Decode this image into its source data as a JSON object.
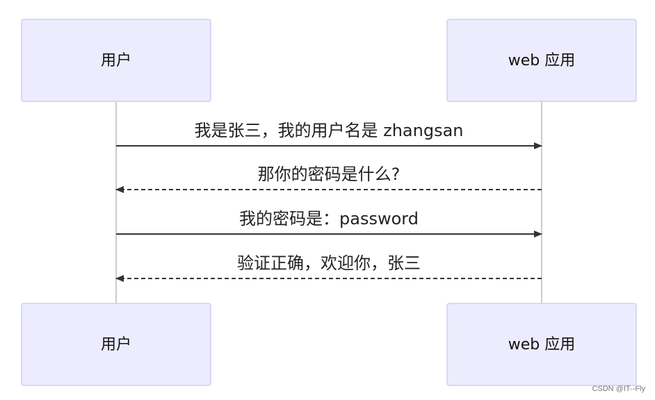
{
  "participants": [
    {
      "id": "user",
      "label": "用户"
    },
    {
      "id": "web",
      "label": "web 应用"
    }
  ],
  "messages": [
    {
      "from": "user",
      "to": "web",
      "text": "我是张三，我的用户名是 zhangsan",
      "style": "solid"
    },
    {
      "from": "web",
      "to": "user",
      "text": "那你的密码是什么?",
      "style": "dashed"
    },
    {
      "from": "user",
      "to": "web",
      "text": "我的密码是：password",
      "style": "solid"
    },
    {
      "from": "web",
      "to": "user",
      "text": "验证正确，欢迎你，张三",
      "style": "dashed"
    }
  ],
  "watermark": "CSDN @IT--Fly",
  "colors": {
    "actor_fill": "#ececfe",
    "actor_border": "#cfcff2",
    "line": "#333333",
    "lifeline": "#bcbcbc"
  }
}
